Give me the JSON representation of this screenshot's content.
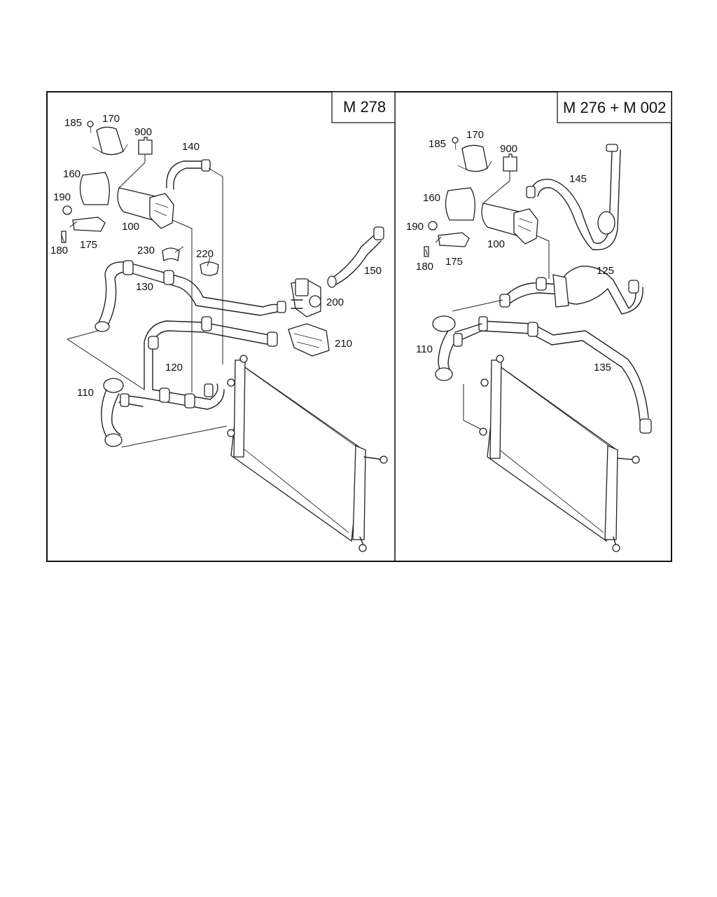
{
  "panels": [
    {
      "title": "M 278",
      "labels": [
        "185",
        "170",
        "900",
        "140",
        "160",
        "190",
        "100",
        "180",
        "175",
        "230",
        "220",
        "130",
        "150",
        "200",
        "210",
        "120",
        "110"
      ]
    },
    {
      "title": "M 276 + M 002",
      "labels": [
        "185",
        "170",
        "900",
        "145",
        "160",
        "190",
        "100",
        "180",
        "175",
        "125",
        "110",
        "135"
      ]
    }
  ]
}
